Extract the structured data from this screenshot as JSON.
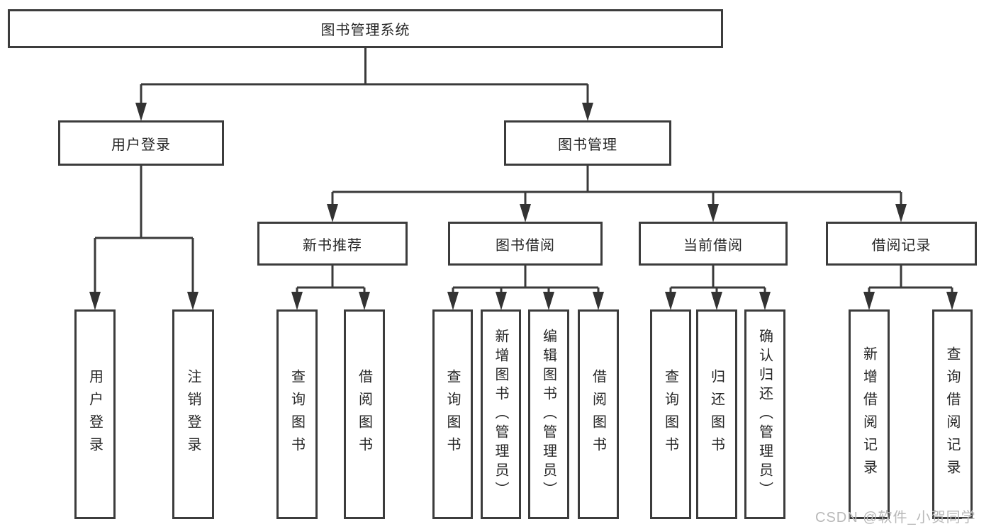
{
  "tree": {
    "root": {
      "label": "图书管理系统"
    },
    "level2": [
      {
        "label": "用户登录"
      },
      {
        "label": "图书管理"
      }
    ],
    "level3": [
      {
        "label": "新书推荐"
      },
      {
        "label": "图书借阅"
      },
      {
        "label": "当前借阅"
      },
      {
        "label": "借阅记录"
      }
    ],
    "leaves": {
      "user_login": [
        "用户登录",
        "注销登录"
      ],
      "new_book_recommend": [
        "查询图书",
        "借阅图书"
      ],
      "book_borrow": [
        "查询图书",
        "新增图书（管理员）",
        "编辑图书（管理员）",
        "借阅图书"
      ],
      "current_borrow": [
        "查询图书",
        "归还图书",
        "确认归还（管理员）"
      ],
      "borrow_records": [
        "新增借阅记录",
        "查询借阅记录"
      ]
    }
  },
  "watermark": "CSDN @软件_小贺同学",
  "colors": {
    "line": "#3a3a3a",
    "box_border": "#3c3c3c",
    "text": "#262626",
    "watermark": "#b9b9b9",
    "background": "#ffffff"
  }
}
